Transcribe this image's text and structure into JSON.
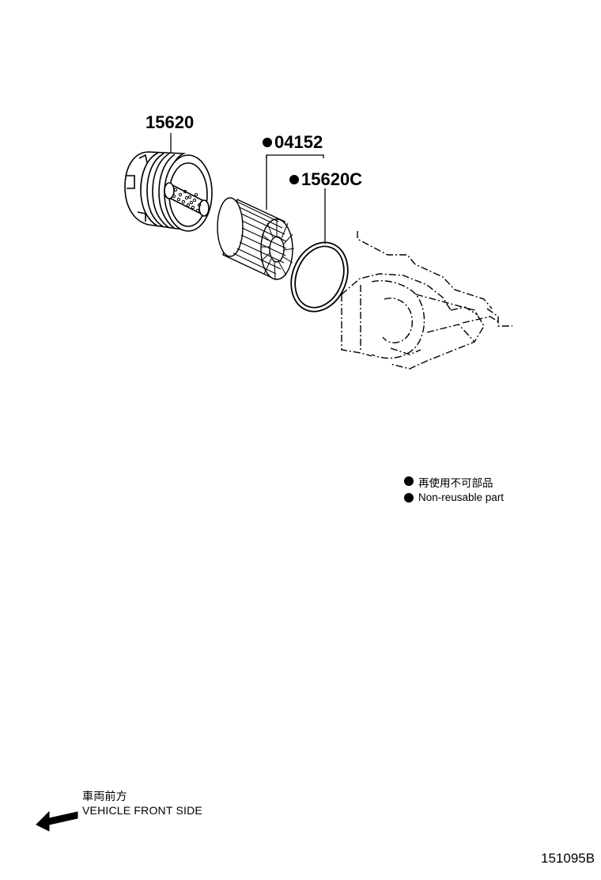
{
  "parts": [
    {
      "number": "15620",
      "non_reusable": false
    },
    {
      "number": "04152",
      "non_reusable": true
    },
    {
      "number": "15620C",
      "non_reusable": true
    }
  ],
  "legend": {
    "symbol": "●",
    "text_ja": "再使用不可部品",
    "text_en": "Non-reusable part"
  },
  "direction": {
    "text_ja": "車両前方",
    "text_en": "VEHICLE FRONT SIDE"
  },
  "reference_code": "151095B"
}
